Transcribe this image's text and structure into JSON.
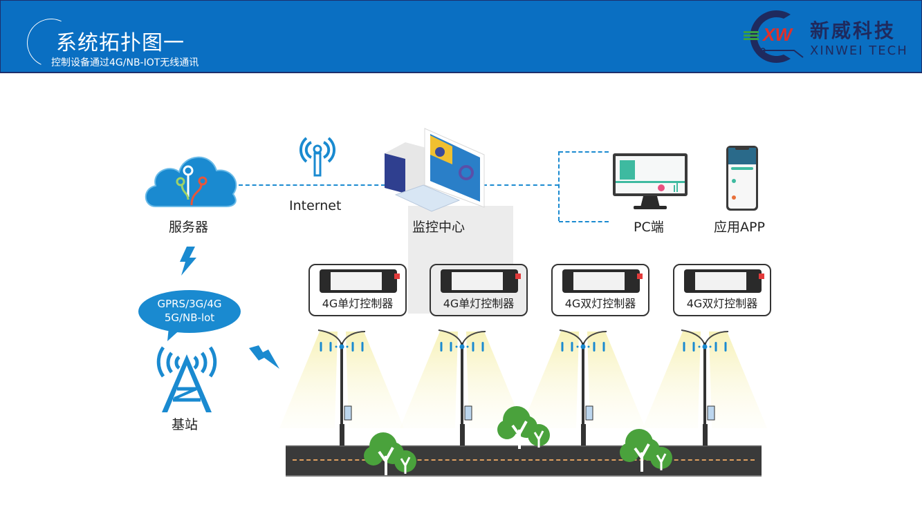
{
  "header": {
    "title": "系统拓扑图一",
    "subtitle": "控制设备通过4G/NB-IOT无线通讯",
    "logo_cn": "新威科技",
    "logo_en": "XINWEI TECH",
    "logo_mark": "XW"
  },
  "nodes": {
    "server": "服务器",
    "internet": "Internet",
    "monitor_center": "监控中心",
    "pc": "PC端",
    "app": "应用APP",
    "base_station": "基站"
  },
  "network_bubble": {
    "line1": "GPRS/3G/4G",
    "line2": "5G/NB-lot"
  },
  "controllers": [
    {
      "label": "4G单灯控制器"
    },
    {
      "label": "4G单灯控制器"
    },
    {
      "label": "4G双灯控制器"
    },
    {
      "label": "4G双灯控制器"
    }
  ],
  "colors": {
    "header_blue": "#0a6fc2",
    "header_border": "#1d2f6b",
    "accent_blue": "#1a8ad0",
    "tree_green": "#4aa23c",
    "road": "#3a3a3a",
    "logo_red": "#e0302a"
  }
}
